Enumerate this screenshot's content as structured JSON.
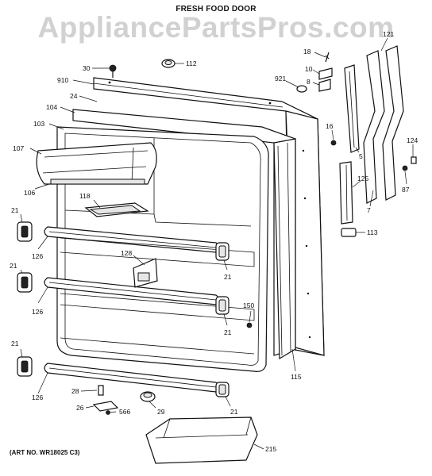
{
  "title": "FRESH FOOD DOOR",
  "watermark": "AppliancePartsPros.com",
  "art_number": "(ART NO. WR18025 C3)",
  "callouts": {
    "c30": "30",
    "c112": "112",
    "c910": "910",
    "c24": "24",
    "c104": "104",
    "c103": "103",
    "c107": "107",
    "c106": "106",
    "c118": "118",
    "c21a": "21",
    "c126a": "126",
    "c21b": "21",
    "c126b": "126",
    "c128": "128",
    "c21c": "21",
    "c21d": "21",
    "c21e": "21",
    "c126c": "126",
    "c28": "28",
    "c26": "26",
    "c566": "566",
    "c29": "29",
    "c21f": "21",
    "c215": "215",
    "c150": "150",
    "c115": "115",
    "c18": "18",
    "c10": "10",
    "c8": "8",
    "c921": "921",
    "c121": "121",
    "c16": "16",
    "c5": "5",
    "c124": "124",
    "c125": "125",
    "c87": "87",
    "c7": "7",
    "c113": "113"
  }
}
